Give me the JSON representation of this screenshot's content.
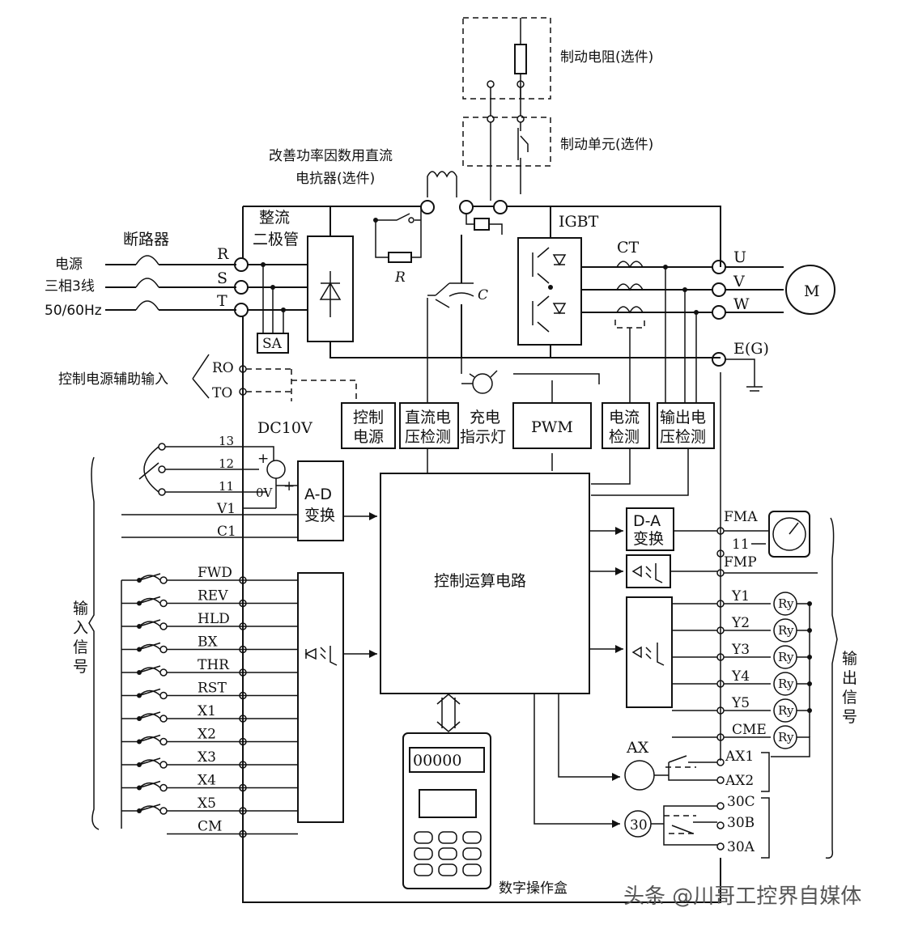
{
  "labels": {
    "brake_resistor": "制动电阻(选件)",
    "brake_unit": "制动单元(选件)",
    "dc_reactor_1": "改善功率因数用直流",
    "dc_reactor_2": "电抗器(选件)",
    "rectifier_1": "整流",
    "rectifier_2": "二极管",
    "breaker": "断路器",
    "power_1": "电源",
    "power_2": "三相3线",
    "power_3": "50/60Hz",
    "R": "R",
    "S": "S",
    "T": "T",
    "R_res": "R",
    "C_cap": "C",
    "SA": "SA",
    "IGBT": "IGBT",
    "CT": "CT",
    "U": "U",
    "V": "V",
    "W": "W",
    "EG": "E(G)",
    "M": "M",
    "aux_input": "控制电源辅助输入",
    "RO": "RO",
    "TO": "TO",
    "ctrl_power_1": "控制",
    "ctrl_power_2": "电源",
    "dc_detect_1": "直流电",
    "dc_detect_2": "压检测",
    "charge_1": "充电",
    "charge_2": "指示灯",
    "PWM": "PWM",
    "cur_detect_1": "电流",
    "cur_detect_2": "检测",
    "out_detect_1": "输出电",
    "out_detect_2": "压检测",
    "DC10V": "DC10V",
    "t13": "13",
    "t12": "12",
    "t11": "11",
    "tV1": "V1",
    "tC1": "C1",
    "zero_v": "0V",
    "ad_1": "A-D",
    "ad_2": "变换",
    "cpu": "控制运算电路",
    "da_1": "D-A",
    "da_2": "变换",
    "FMA": "FMA",
    "t11b": "11",
    "FMP": "FMP",
    "inputs_in": [
      "FWD",
      "REV",
      "HLD",
      "BX",
      "THR",
      "RST",
      "X1",
      "X2",
      "X3",
      "X4",
      "X5",
      "CM"
    ],
    "outputs_y": [
      "Y1",
      "Y2",
      "Y3",
      "Y4",
      "Y5",
      "CME"
    ],
    "Ry": "Ry",
    "input_signal": [
      "输",
      "入",
      "信",
      "号"
    ],
    "output_signal": [
      "输",
      "出",
      "信",
      "号"
    ],
    "AX": "AX",
    "AX1": "AX1",
    "AX2": "AX2",
    "relay30": "30",
    "t30C": "30C",
    "t30B": "30B",
    "t30A": "30A",
    "keypad_display": "00000",
    "keypad_label": "数字操作盒",
    "watermark": "头条 @川哥工控界自媒体"
  }
}
